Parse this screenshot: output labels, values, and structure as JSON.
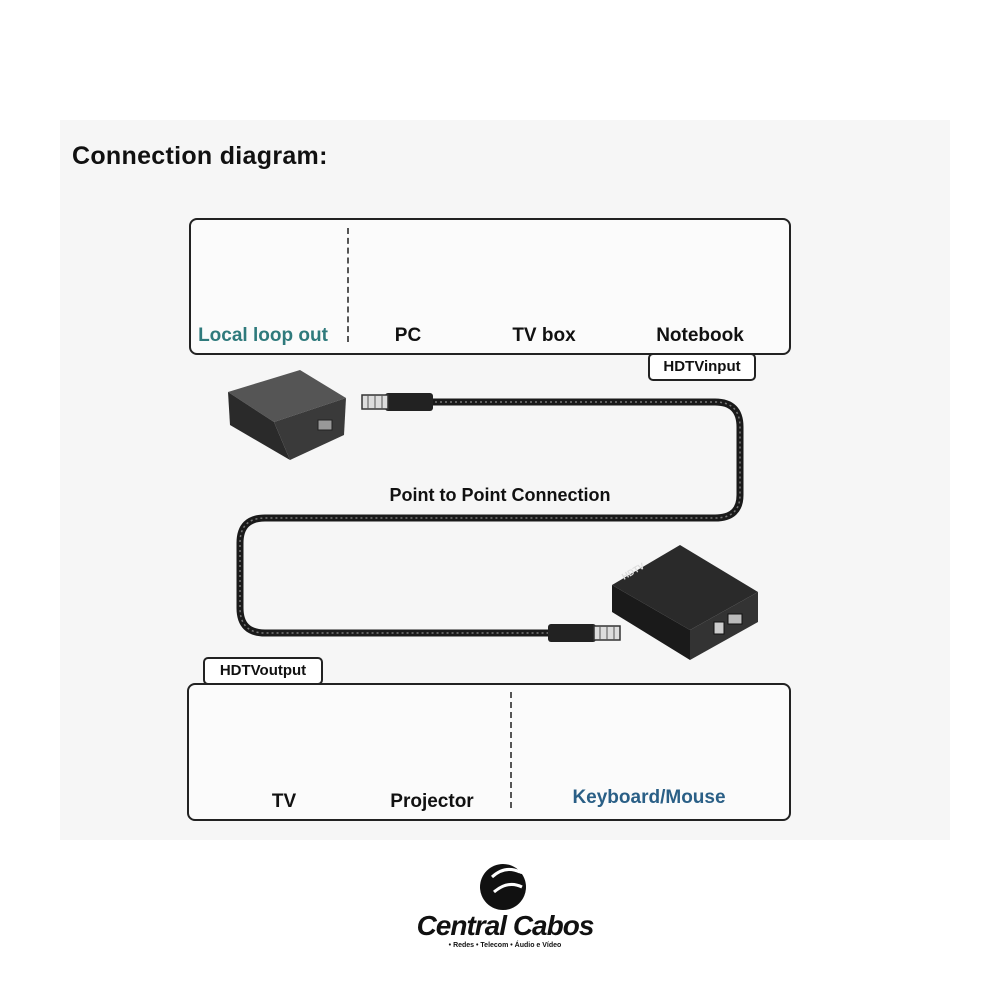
{
  "title": "Connection diagram:",
  "top_panel": {
    "items": [
      {
        "label": "Local loop out"
      },
      {
        "label": "PC"
      },
      {
        "label": "TV box"
      },
      {
        "label": "Notebook"
      }
    ],
    "tag": "HDTVinput"
  },
  "connection_label": "Point to Point Connection",
  "bottom_panel": {
    "tag": "HDTVoutput",
    "items": [
      {
        "label": "TV"
      },
      {
        "label": "Projector"
      },
      {
        "label": "Keyboard/Mouse"
      }
    ]
  },
  "receiver_badge": "HDTV",
  "brand": {
    "name": "Central Cabos",
    "tagline": "• Redes • Telecom • Áudio e Vídeo"
  },
  "colors": {
    "text": "#111111",
    "label_teal": "#2f7a7c",
    "label_blue": "#2a5f86",
    "cable": "#1a1a1a"
  }
}
